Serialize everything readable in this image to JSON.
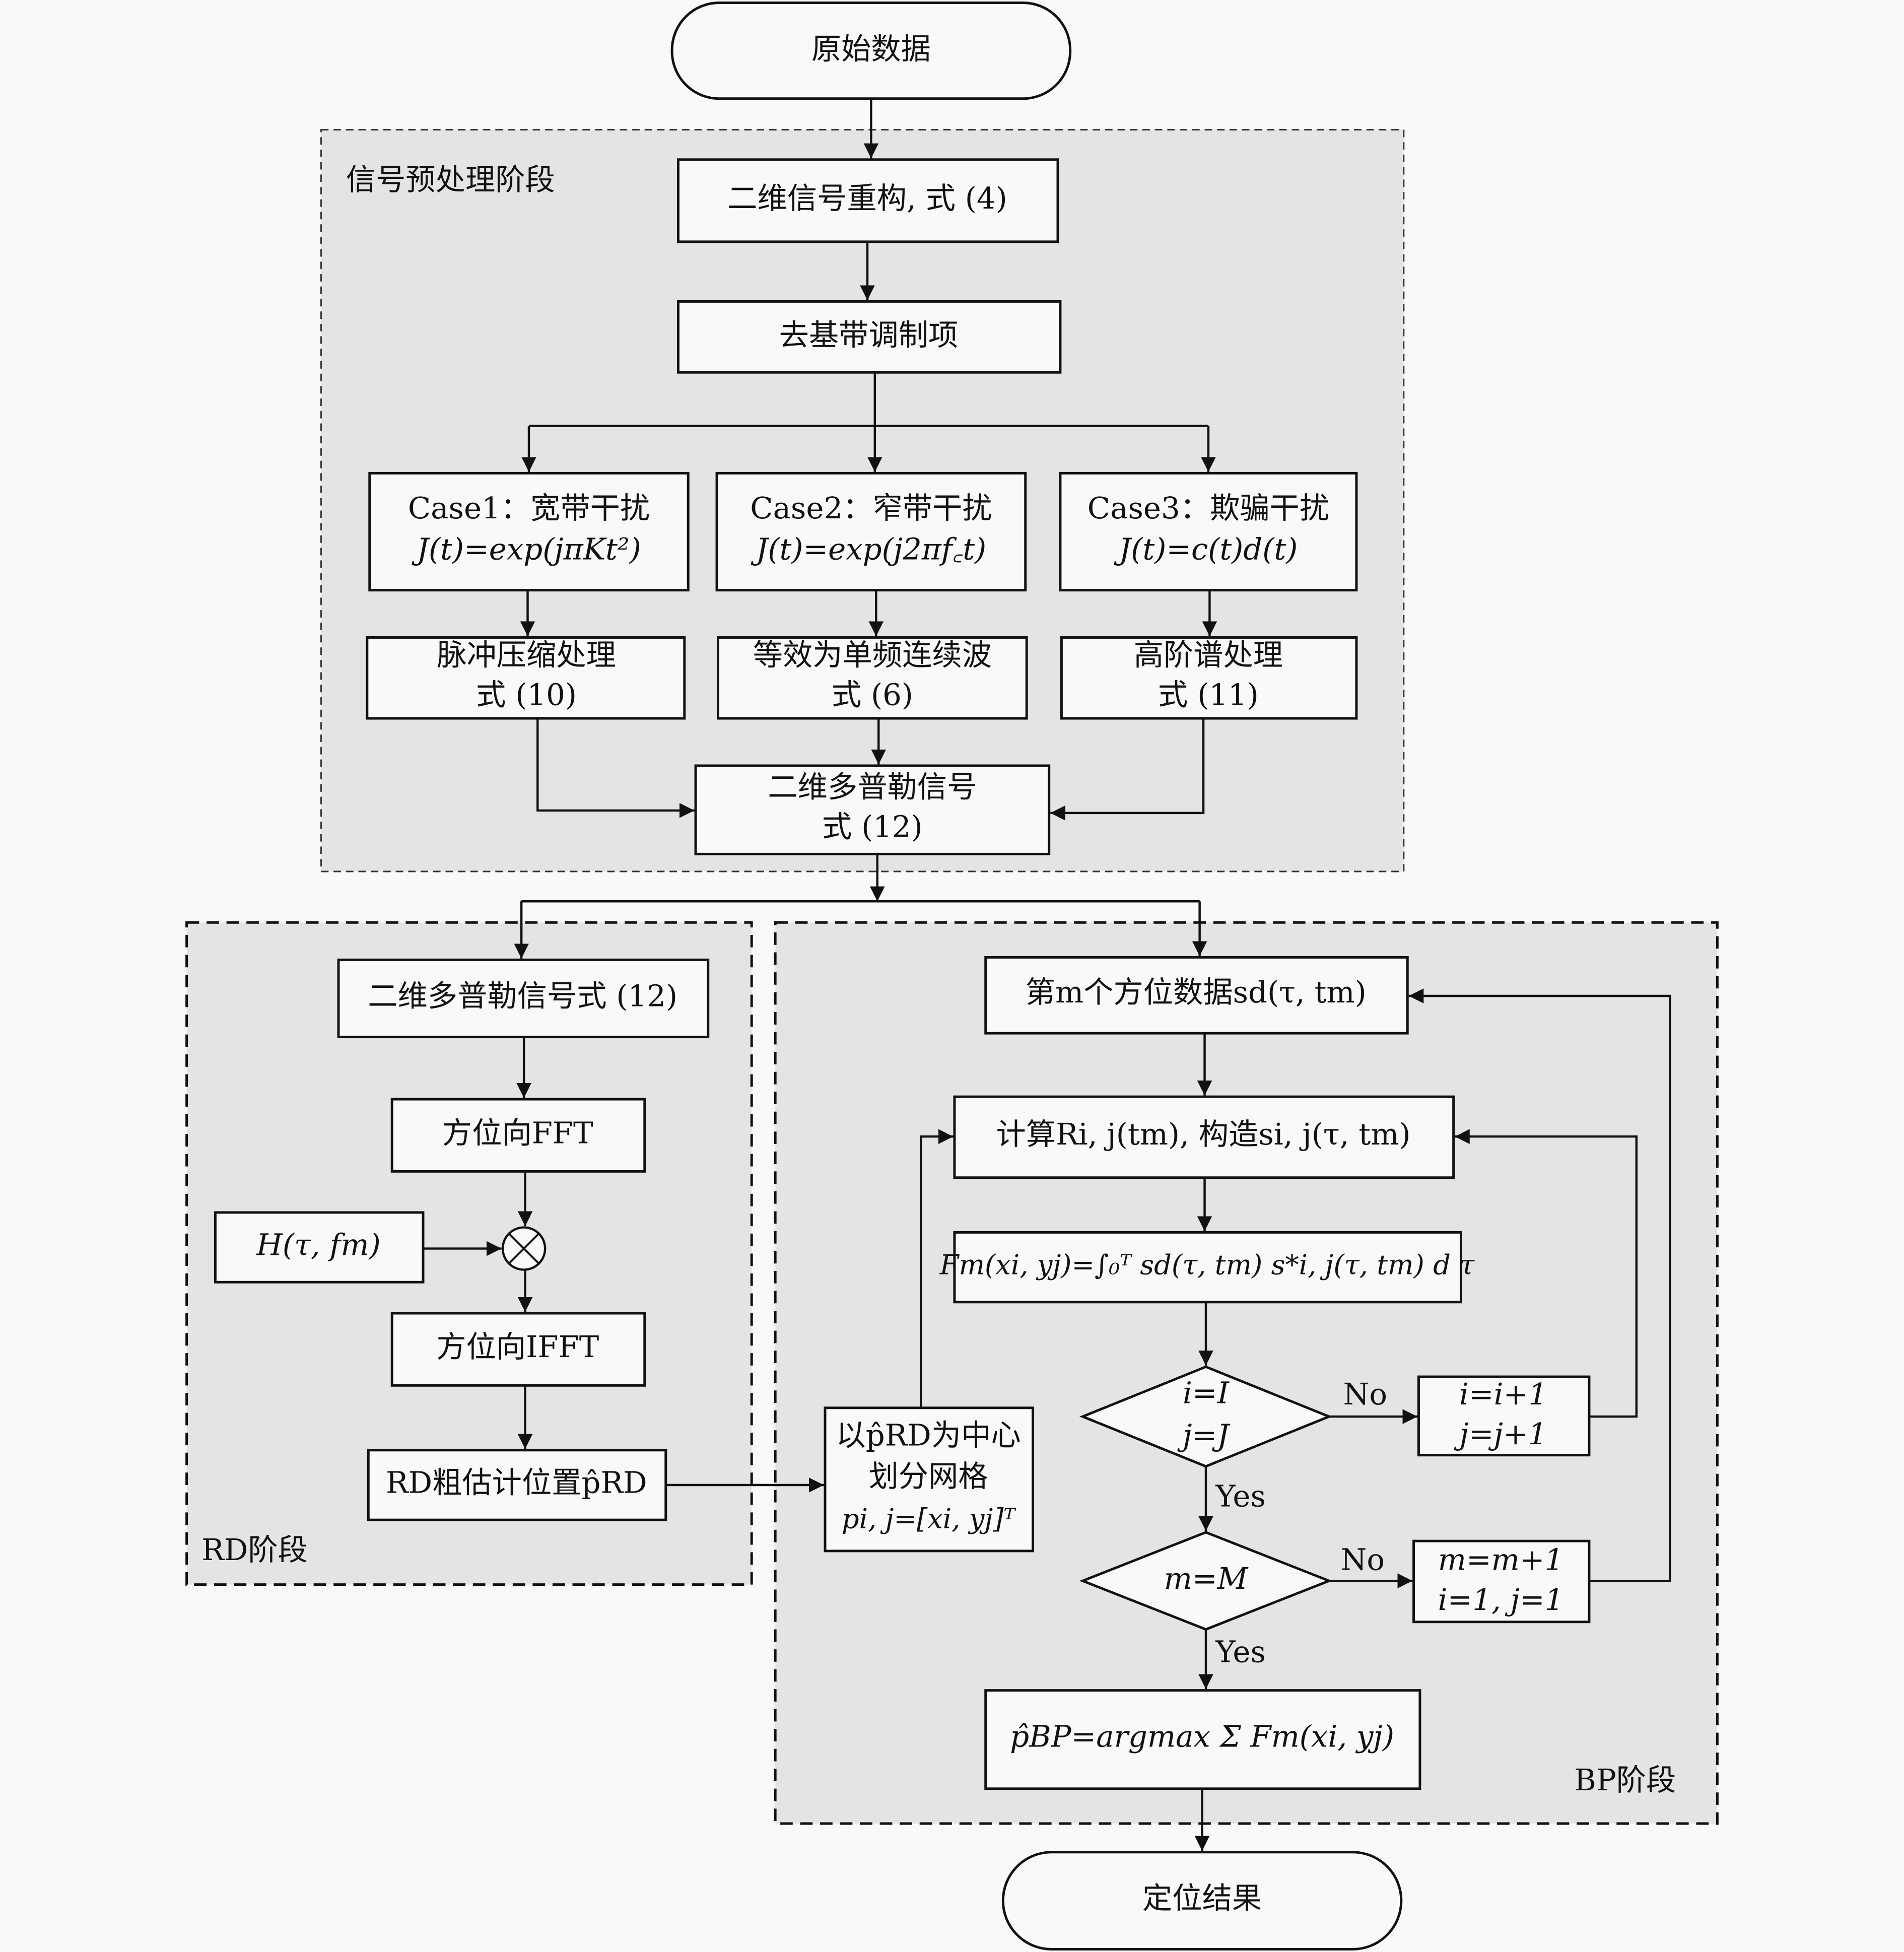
{
  "start": "原始数据",
  "end": "定位结果",
  "regions": {
    "preprocess": "信号预处理阶段",
    "rd": "RD阶段",
    "bp": "BP阶段"
  },
  "preprocess": {
    "reconstruct": "二维信号重构, 式 (4)",
    "remove_baseband": "去基带调制项",
    "cases": [
      {
        "title": "Case1：宽带干扰",
        "formula": "J(t)=exp(jπKt²)",
        "process_line1": "脉冲压缩处理",
        "process_line2": "式 (10)"
      },
      {
        "title": "Case2：窄带干扰",
        "formula": "J(t)=exp(j2πf꜀t)",
        "process_line1": "等效为单频连续波",
        "process_line2": "式 (6)"
      },
      {
        "title": "Case3：欺骗干扰",
        "formula": "J(t)=c(t)d(t)",
        "process_line1": "高阶谱处理",
        "process_line2": "式 (11)"
      }
    ],
    "doppler_line1": "二维多普勒信号",
    "doppler_line2": "式 (12)"
  },
  "rd": {
    "doppler": "二维多普勒信号式 (12)",
    "fft": "方位向FFT",
    "filter": "H(τ, fm)",
    "multiply_symbol": "⊗",
    "ifft": "方位向IFFT",
    "estimate": "RD粗估计位置p̂RD"
  },
  "bp": {
    "grid_line1": "以p̂RD为中心",
    "grid_line2": "划分网格",
    "grid_line3": "pi, j=[xi, yj]ᵀ",
    "azimuth_data": "第m个方位数据sd(τ, tm)",
    "compute": "计算Ri, j(tm), 构造si, j(τ, tm)",
    "integral": "Fm(xi, yj)=∫₀ᵀ sd(τ, tm) s*i, j(τ, tm) d τ",
    "decision1_line1": "i=I",
    "decision1_line2": "j=J",
    "inc_ij_line1": "i=i+1",
    "inc_ij_line2": "j=j+1",
    "decision2": "m=M",
    "inc_m_line1": "m=m+1",
    "inc_m_line2": "i=1, j=1",
    "argmax": "p̂BP=argmax Σ Fm(xi, yj)",
    "no_label": "No",
    "yes_label": "Yes"
  }
}
